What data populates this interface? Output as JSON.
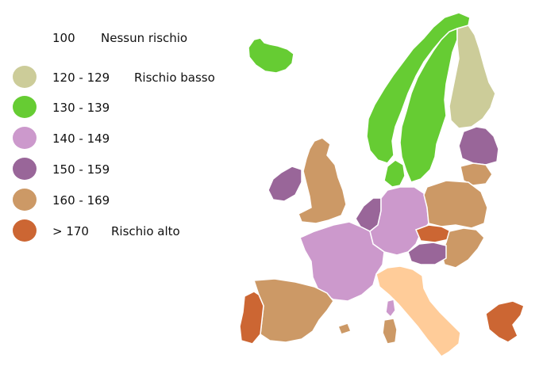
{
  "legend": {
    "items": [
      {
        "range": "100",
        "note": "Nessun rischio",
        "color": null
      },
      {
        "range": "120 - 129",
        "note": "Rischio basso",
        "color": "#cccc99"
      },
      {
        "range": "130 - 139",
        "note": "",
        "color": "#66cc33"
      },
      {
        "range": "140 - 149",
        "note": "",
        "color": "#cc99cc"
      },
      {
        "range": "150 - 159",
        "note": "",
        "color": "#996699"
      },
      {
        "range": "160 - 169",
        "note": "",
        "color": "#cc9966"
      },
      {
        "range": "> 170",
        "note": "Rischio alto",
        "color": "#cc6633"
      }
    ]
  },
  "map": {
    "countries": [
      {
        "id": "iceland",
        "category": 2
      },
      {
        "id": "norway",
        "category": 2
      },
      {
        "id": "sweden",
        "category": 2
      },
      {
        "id": "denmark",
        "category": 2
      },
      {
        "id": "finland",
        "category": 1
      },
      {
        "id": "baltic-north",
        "category": 4
      },
      {
        "id": "baltic-south",
        "category": 5
      },
      {
        "id": "uk",
        "category": 5
      },
      {
        "id": "ireland",
        "category": 4
      },
      {
        "id": "benelux",
        "category": 4
      },
      {
        "id": "germany",
        "category": 3
      },
      {
        "id": "france",
        "category": 3
      },
      {
        "id": "poland",
        "category": 5
      },
      {
        "id": "czechia",
        "category": 6
      },
      {
        "id": "slovakia-hungary",
        "category": 5
      },
      {
        "id": "austria",
        "category": 4
      },
      {
        "id": "italy",
        "category": 0
      },
      {
        "id": "corsica",
        "category": 3
      },
      {
        "id": "sardinia",
        "category": 5
      },
      {
        "id": "spain",
        "category": 5
      },
      {
        "id": "balearics",
        "category": 5
      },
      {
        "id": "portugal",
        "category": 6
      },
      {
        "id": "greece",
        "category": 6
      }
    ],
    "italy_color": "#ffcc99"
  }
}
